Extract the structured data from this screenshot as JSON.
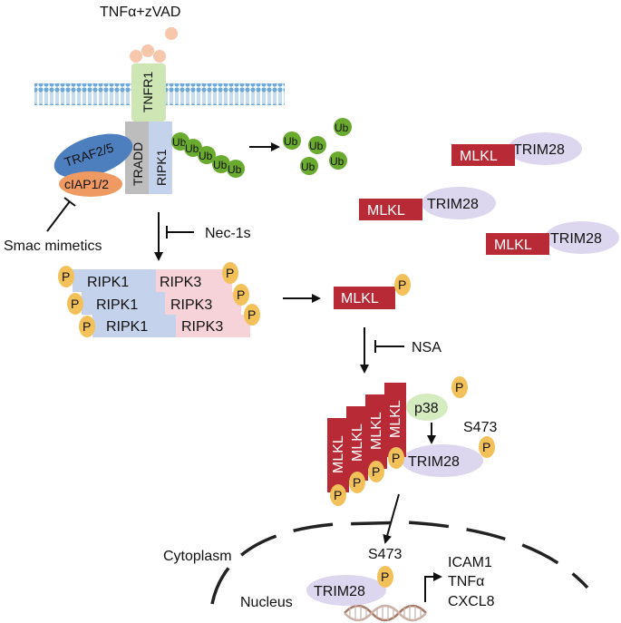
{
  "stimulus": "TNFα+zVAD",
  "receptor": "TNFR1",
  "adaptors": {
    "tradd": "TRADD",
    "ripk1": "RIPK1",
    "traf": "TRAF2/5",
    "ciap": "cIAP1/2"
  },
  "ub": "Ub",
  "phospho": "P",
  "smac": "Smac mimetics",
  "nec1s": "Nec-1s",
  "necrosome": {
    "ripk1": "RIPK1",
    "ripk3": "RIPK3"
  },
  "mlkl": "MLKL",
  "trim28": "TRIM28",
  "nsa": "NSA",
  "p38": "p38",
  "site": "S473",
  "cytoplasm": "Cytoplasm",
  "nucleus": "Nucleus",
  "genes": [
    "ICAM1",
    "TNFα",
    "CXCL8"
  ],
  "colors": {
    "mlkl": "#b82a35",
    "trim28": "#dcd6ee",
    "ripk1": "#c4d2ec",
    "ripk3": "#f6d3d8",
    "phospho": "#f3c15a",
    "ub": "#6aaa2e",
    "traf": "#4d7fbf",
    "ciap": "#ee9a62",
    "tradd": "#bdbdbd",
    "tnfr1": "#cde6b4",
    "ligand": "#f7c7ab",
    "p38": "#d5ebc0",
    "membrane": "#6fa9d9"
  }
}
